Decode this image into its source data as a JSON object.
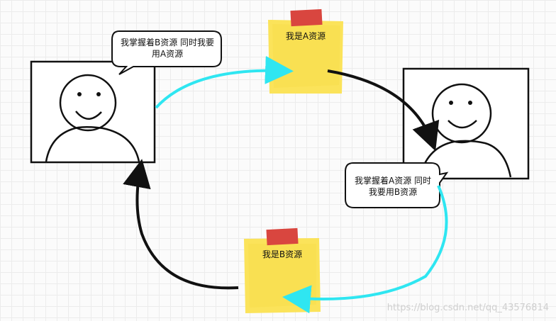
{
  "bubbles": {
    "top_left": "我掌握着B资源 同时我要用A资源",
    "bottom_right": "我掌握着A资源 同时我要用B资源"
  },
  "notes": {
    "top": "我是A资源",
    "bottom": "我是B资源"
  },
  "watermark": "https://blog.csdn.net/qq_43576814",
  "colors": {
    "note_yellow": "#fbe35a",
    "tape_red": "#d9463f",
    "arrow_cyan": "#2fe6f1",
    "arrow_black": "#111111"
  }
}
